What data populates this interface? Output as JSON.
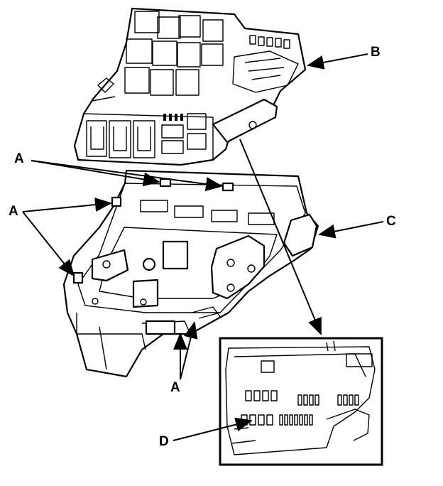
{
  "callouts": {
    "a_top": "A",
    "a_left": "A",
    "a_bottom": "A",
    "b": "B",
    "c": "C",
    "d": "D"
  },
  "colors": {
    "ink": "#000000",
    "paper": "#ffffff"
  }
}
